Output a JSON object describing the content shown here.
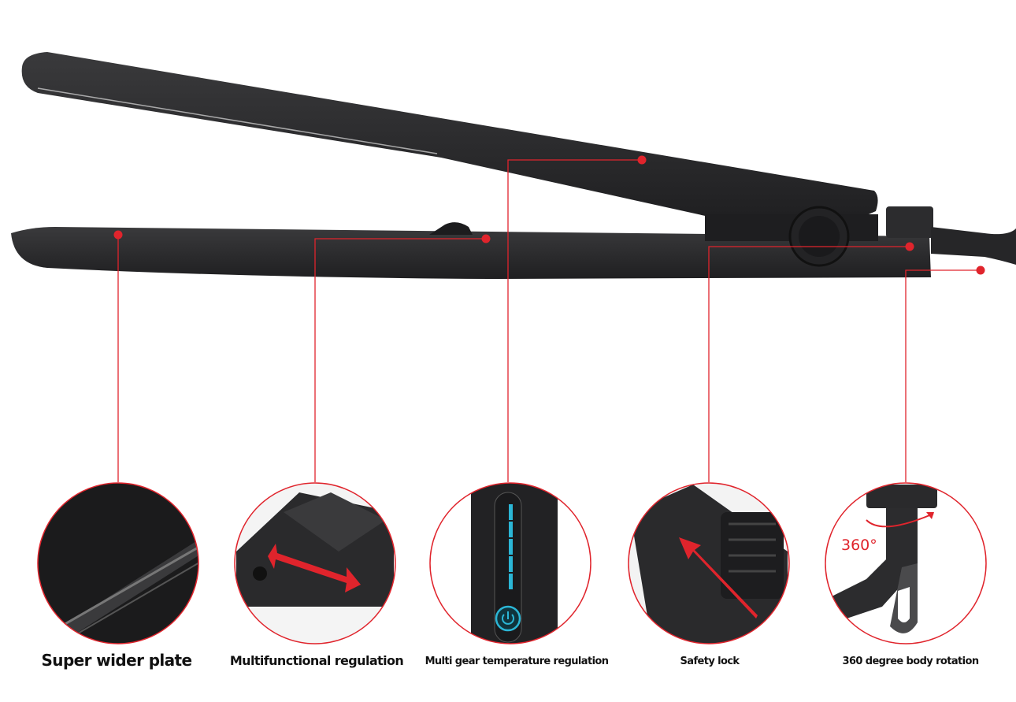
{
  "colors": {
    "accent": "#e0242c",
    "body": "#2b2b2d",
    "led": "#2bb6d6",
    "background": "#ffffff"
  },
  "features": [
    {
      "label": "Super wider plate"
    },
    {
      "label": "Multifunctional regulation"
    },
    {
      "label": "Multi gear temperature regulation"
    },
    {
      "label": "Safety lock"
    },
    {
      "label": "360 degree body rotation"
    }
  ],
  "rotation_badge": "360°"
}
